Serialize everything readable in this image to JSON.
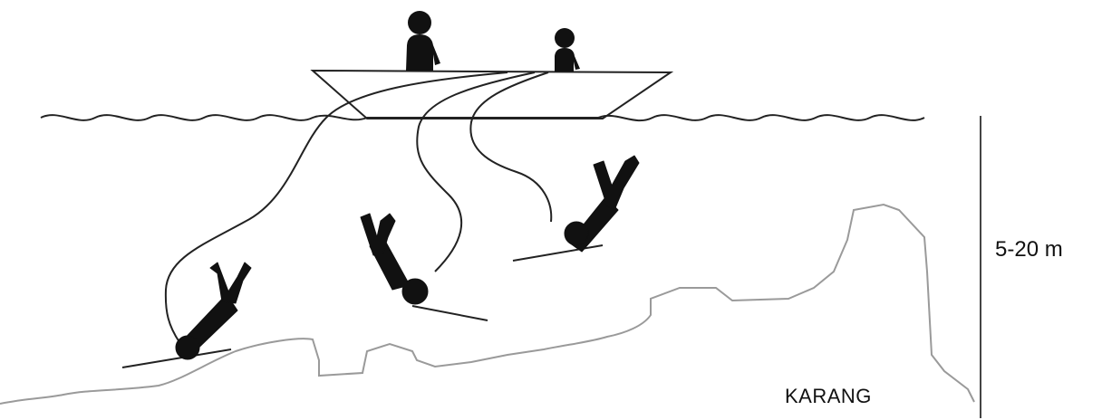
{
  "labels": {
    "depth": "5-20 m",
    "reef": "KARANG"
  },
  "figure": {
    "divers_count": 3,
    "boat_crew_count": 2
  },
  "colors": {
    "line": "#222222",
    "figure": "#111111",
    "reef_outline": "#9a9a9a",
    "background": "#ffffff"
  }
}
